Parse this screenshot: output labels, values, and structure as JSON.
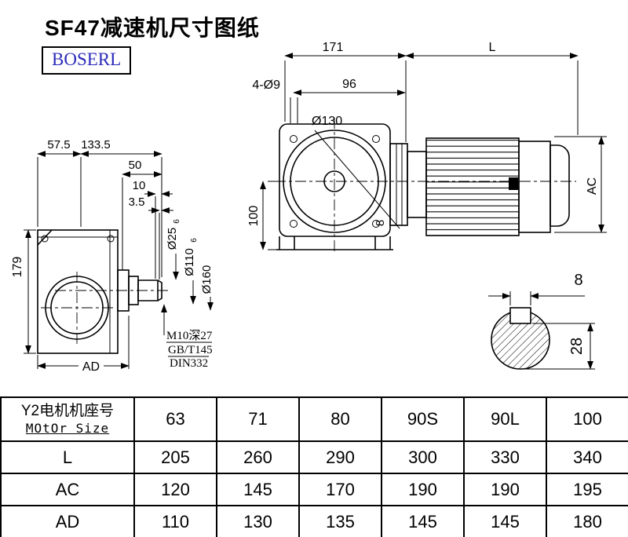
{
  "title": "SF47减速机尺寸图纸",
  "brand": "BOSERL",
  "colors": {
    "brand_blue": "#2b2bbb",
    "line": "#000000"
  },
  "dims": {
    "top_width": "171",
    "motor_length": "L",
    "bolt_holes": "4-Ø9",
    "bolt_span": "96",
    "flange_dia": "Ø130",
    "center_height": "100",
    "motor_ac": "AC",
    "side_57": "57.5",
    "side_133": "133.5",
    "shaft_50": "50",
    "shaft_10": "10",
    "shaft_3_5": "3.5",
    "height_179": "179",
    "side_ad": "AD",
    "shaft_dia": "Ø25",
    "shaft_dia_tol": "6",
    "spigot_dia": "Ø110",
    "spigot_dia_tol": "6",
    "flange_od": "Ø160",
    "tap_note": "M10深27",
    "std_note": "GB/T145",
    "din_note": "DIN332",
    "key_width": "8",
    "key_depth": "28",
    "shaft_small": "8"
  },
  "table": {
    "size_label_cn": "Y2电机机座号",
    "size_label_en": "MOtOr Size",
    "sizes": [
      "63",
      "71",
      "80",
      "90S",
      "90L",
      "100"
    ],
    "rows": [
      {
        "label": "L",
        "values": [
          "205",
          "260",
          "290",
          "300",
          "330",
          "340"
        ]
      },
      {
        "label": "AC",
        "values": [
          "120",
          "145",
          "170",
          "190",
          "190",
          "195"
        ]
      },
      {
        "label": "AD",
        "values": [
          "110",
          "130",
          "135",
          "145",
          "145",
          "180"
        ]
      }
    ]
  }
}
